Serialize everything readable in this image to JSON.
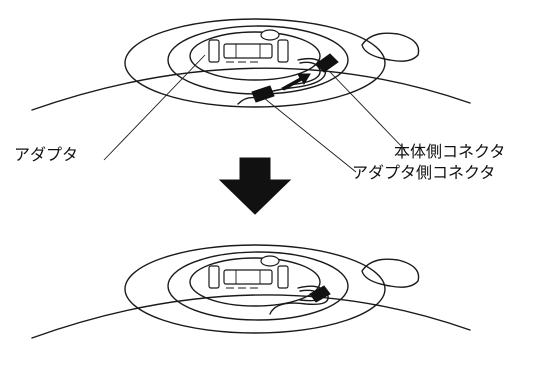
{
  "labels": {
    "adapter": "アダプタ",
    "body_connector": "本体側コネクタ",
    "adapter_connector": "アダプタ側コネクタ"
  },
  "colors": {
    "line": "#1a1a1a",
    "arrow": "#111111",
    "background": "#ffffff"
  },
  "icons": {
    "step_arrow": "down-arrow-icon"
  }
}
